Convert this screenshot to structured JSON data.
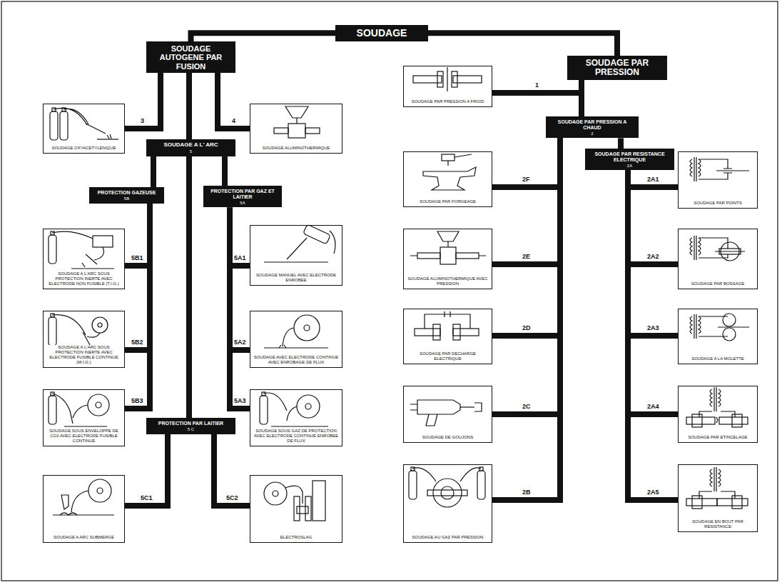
{
  "diagram": {
    "nodes": [
      {
        "text": [
          "SOUDAGE"
        ]
      },
      {
        "text": [
          "SOUDAGE AUTOGENE PAR FUSION"
        ]
      },
      {
        "text": [
          "SOUDAGE PAR PRESSION"
        ]
      },
      {
        "text": [
          "SOUDAGE OXYACETYLENIQUE"
        ]
      },
      {
        "text": [
          "SOUDAGE ALUMINOTHERMIQUE"
        ]
      },
      {
        "text": [
          "SOUDAGE A L' ARC",
          "5"
        ]
      },
      {
        "text": [
          "PROTECTION GAZEUSE",
          "5B"
        ]
      },
      {
        "text": [
          "PROTECTION PAR GAZ ET LAITIER",
          "5A"
        ]
      },
      {
        "text": [
          "SOUDAGE A L'ARC SOUS PROTECTION INERTE AVEC ELECTRODE NON FUSIBLE (T.I.G.)"
        ]
      },
      {
        "text": [
          "SOUDAGE A L'ARC SOUS PROTECTION INERTE AVEC ELECTRODE FUSIBLE CONTINUE (M.I.G.)"
        ]
      },
      {
        "text": [
          "SOUDAGE SOUS ENVELOPPE DE CO2 AVEC ELECTRODE FUSIBLE CONTINUE"
        ]
      },
      {
        "text": [
          "SOUDAGE MANUEL AVEC ELECTRODE ENROBEE"
        ]
      },
      {
        "text": [
          "SOUDAGE AVEC ELECTRODE CONTINUE AVEC ENROBAGE DE FLUX"
        ]
      },
      {
        "text": [
          "SOUDAGE SOUS GAZ DE PROTECTION AVEC ELECTRODE CONTINUE ENROBEE DE FLUX"
        ]
      },
      {
        "text": [
          "PROTECTION PAR LAITIER",
          "5 C"
        ]
      },
      {
        "text": [
          "SOUDAGE A ARC SUBMERGE"
        ]
      },
      {
        "text": [
          "ELECTROSLAG"
        ]
      },
      {
        "text": [
          "SOUDAGE PAR PRESSION A FROID"
        ]
      },
      {
        "text": [
          "SOUDAGE PAR PRESSION A CHAUD",
          "2"
        ]
      },
      {
        "text": [
          "SOUDAGE PAR RESISTANCE ELECTRIQUE",
          "2A"
        ]
      },
      {
        "text": [
          "SOUDAGE PAR FORGEAGE"
        ]
      },
      {
        "text": [
          "SOUDAGE ALUMINOTHERMIQUE AVEC PRESSION"
        ]
      },
      {
        "text": [
          "SOUDAGE PAR DECHARGE ELECTRIQUE"
        ]
      },
      {
        "text": [
          "SOUDAGE DE GOUJONS"
        ]
      },
      {
        "text": [
          "SOUDAGE AU GAZ PAR PRESSION"
        ]
      },
      {
        "text": [
          "SOUDAGE PAR POINTS"
        ]
      },
      {
        "text": [
          "SOUDAGE PAR BOSSAGE"
        ]
      },
      {
        "text": [
          "SOUDAGE A LA MOLETTE"
        ]
      },
      {
        "text": [
          "SOUDAGE PAR ETINCELAGE"
        ]
      },
      {
        "text": [
          "SOUDAGE EN BOUT PAR RESISTANCE"
        ]
      }
    ],
    "edges": [
      {
        "from": 0,
        "to": 1,
        "arrow": "none"
      },
      {
        "from": 0,
        "to": 2,
        "arrow": "none"
      },
      {
        "from": 1,
        "to": 3,
        "label": "3",
        "arrow": "none"
      },
      {
        "from": 1,
        "to": 4,
        "label": "4",
        "arrow": "none"
      },
      {
        "from": 1,
        "to": 5,
        "arrow": "none"
      },
      {
        "from": 5,
        "to": 6,
        "arrow": "none"
      },
      {
        "from": 5,
        "to": 7,
        "arrow": "none"
      },
      {
        "from": 5,
        "to": 14,
        "arrow": "none"
      },
      {
        "from": 6,
        "to": 8,
        "label": "5B1",
        "arrow": "none"
      },
      {
        "from": 6,
        "to": 9,
        "label": "5B2",
        "arrow": "none"
      },
      {
        "from": 6,
        "to": 10,
        "label": "5B3",
        "arrow": "none"
      },
      {
        "from": 7,
        "to": 11,
        "label": "5A1",
        "arrow": "none"
      },
      {
        "from": 7,
        "to": 12,
        "label": "5A2",
        "arrow": "none"
      },
      {
        "from": 7,
        "to": 13,
        "label": "5A3",
        "arrow": "none"
      },
      {
        "from": 14,
        "to": 15,
        "label": "5C1",
        "arrow": "none"
      },
      {
        "from": 14,
        "to": 16,
        "label": "5C2",
        "arrow": "none"
      },
      {
        "from": 2,
        "to": 17,
        "label": "1",
        "arrow": "none"
      },
      {
        "from": 2,
        "to": 18,
        "arrow": "none"
      },
      {
        "from": 18,
        "to": 20,
        "label": "2F",
        "arrow": "none"
      },
      {
        "from": 18,
        "to": 21,
        "label": "2E",
        "arrow": "none"
      },
      {
        "from": 18,
        "to": 22,
        "label": "2D",
        "arrow": "none"
      },
      {
        "from": 18,
        "to": 23,
        "label": "2C",
        "arrow": "none"
      },
      {
        "from": 18,
        "to": 24,
        "label": "2B",
        "arrow": "none"
      },
      {
        "from": 18,
        "to": 19,
        "arrow": "none"
      },
      {
        "from": 19,
        "to": 25,
        "label": "2A1",
        "arrow": "none"
      },
      {
        "from": 19,
        "to": 26,
        "label": "2A2",
        "arrow": "none"
      },
      {
        "from": 19,
        "to": 27,
        "label": "2A3",
        "arrow": "none"
      },
      {
        "from": 19,
        "to": 28,
        "label": "2A4",
        "arrow": "none"
      },
      {
        "from": 19,
        "to": 29,
        "label": "2A5",
        "arrow": "none"
      }
    ]
  }
}
